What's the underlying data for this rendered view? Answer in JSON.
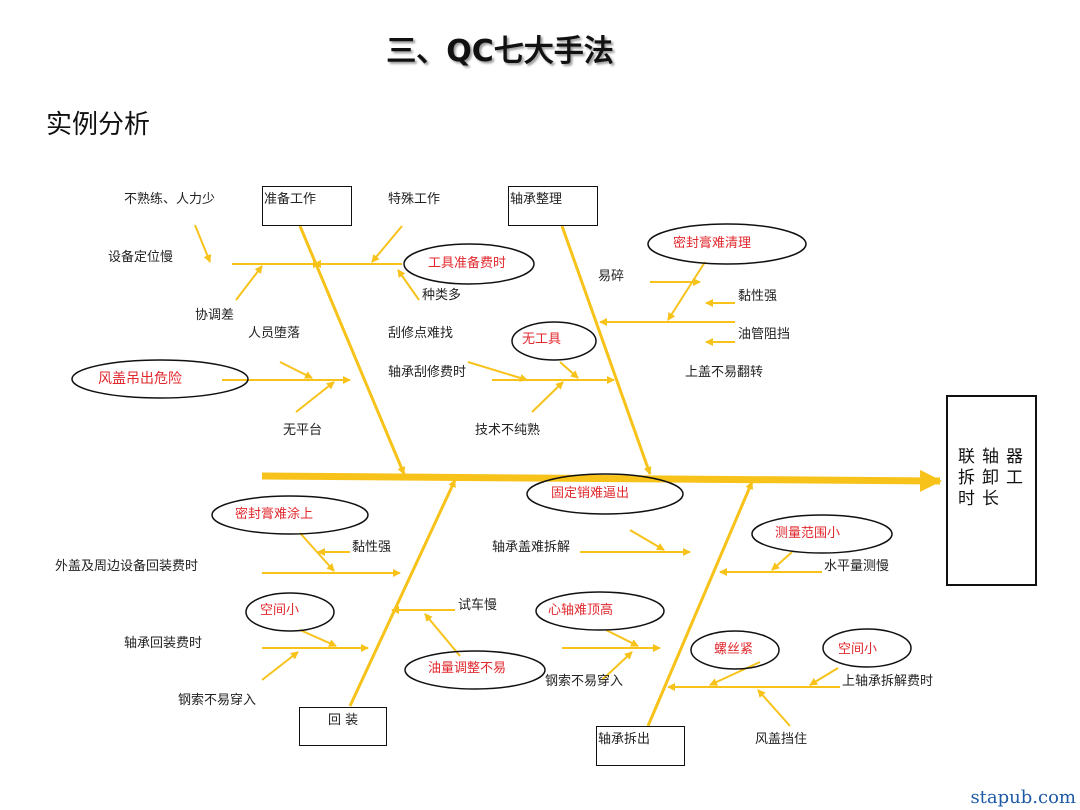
{
  "title": "三、QC七大手法",
  "subtitle": "实例分析",
  "effect": "联轴器拆卸工时长",
  "categories": {
    "prep": "准备工作",
    "bearing_clean": "轴承整理",
    "reinstall": "回 装",
    "bearing_removal": "轴承拆出"
  },
  "labels": {
    "unskilled": "不熟练、人力少",
    "positioning_slow": "设备定位慢",
    "coordination": "协调差",
    "falling": "人员堕落",
    "hood_lift": "风盖吊出危险",
    "no_platform": "无平台",
    "special_work": "特殊工作",
    "tool_prep": "工具准备费时",
    "many_types": "种类多",
    "scrape_point": "刮修点难找",
    "no_tool": "无工具",
    "scrape_time": "轴承刮修费时",
    "unskilled_tech": "技术不纯熟",
    "fragile": "易碎",
    "sealant_clean": "密封膏难清理",
    "viscous_1": "黏性强",
    "oil_pipe": "油管阻挡",
    "cover_flip": "上盖不易翻转",
    "sealant_apply": "密封膏难涂上",
    "viscous_2": "黏性强",
    "outer_cover": "外盖及周边设备回装费时",
    "space_small_1": "空间小",
    "bearing_reinstall": "轴承回装费时",
    "cable_1": "钢索不易穿入",
    "test_slow": "试车慢",
    "oil_adjust": "油量调整不易",
    "pin_removal": "固定销难逼出",
    "cover_disassembly": "轴承盖难拆解",
    "measure_range": "测量范围小",
    "level_slow": "水平量测慢",
    "center_jack": "心轴难顶高",
    "cable_2": "钢索不易穿入",
    "screw_tight": "螺丝紧",
    "space_small_2": "空间小",
    "upper_bearing": "上轴承拆解费时",
    "hood_block": "风盖挡住"
  },
  "watermark": "stapub.com",
  "colors": {
    "bone": "#f7c21a",
    "text": "#222222",
    "highlight": "#e0282d"
  }
}
